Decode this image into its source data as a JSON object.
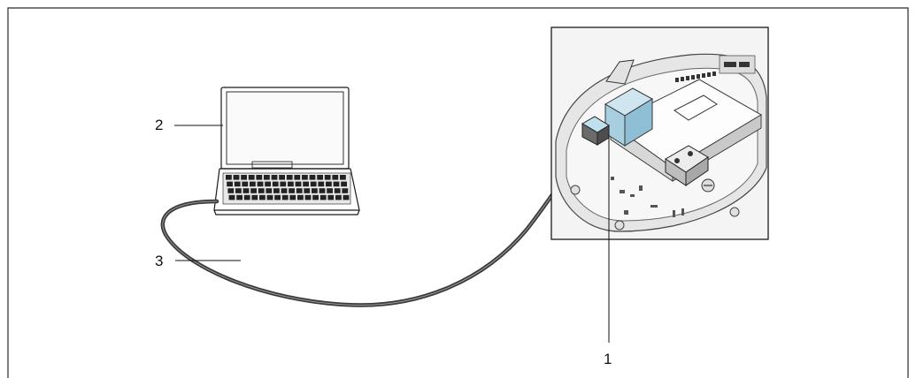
{
  "callouts": {
    "c1": "1",
    "c2": "2",
    "c3": "3"
  },
  "colors": {
    "frame": "#2b2b2b",
    "connector_blue": "#a8cfe0",
    "cable": "#3a3a3a"
  },
  "icons": [
    "laptop-icon",
    "measuring-device-electronics-icon",
    "rj45-connector-icon",
    "cable-icon"
  ]
}
